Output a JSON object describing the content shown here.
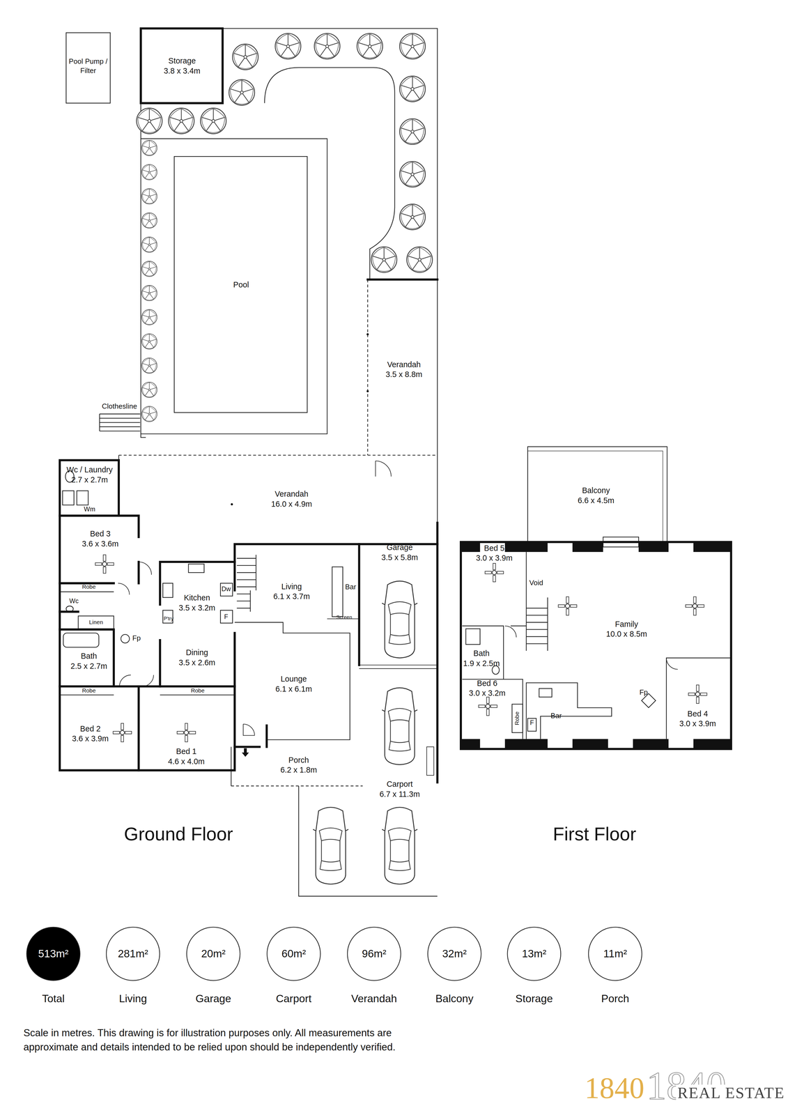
{
  "diagram": {
    "caption": "Scale in metres. This drawing is for illustration purposes only. All measurements are approximate and details intended to be relied upon should be independently verified.",
    "nodes": [
      {
        "text": [
          "Pool Pump / Filter"
        ]
      },
      {
        "text": [
          "Storage",
          "3.8 x 3.4m"
        ]
      },
      {
        "text": [
          "Pool"
        ]
      },
      {
        "text": [
          "Verandah",
          "3.5 x 8.8m"
        ]
      },
      {
        "text": [
          "Wc / Laundry",
          "2.7 x 2.7m"
        ]
      },
      {
        "text": [
          "Verandah",
          "16.0 x 4.9m"
        ]
      },
      {
        "text": [
          "Bed 3",
          "3.6 x 3.6m"
        ]
      },
      {
        "text": [
          "Kitchen",
          "3.5 x 3.2m"
        ]
      },
      {
        "text": [
          "Living",
          "6.1 x 3.7m"
        ]
      },
      {
        "text": [
          "Garage",
          "3.5 x 5.8m"
        ]
      },
      {
        "text": [
          "Bath",
          "2.5 x 2.7m"
        ]
      },
      {
        "text": [
          "Dining",
          "3.5 x 2.6m"
        ]
      },
      {
        "text": [
          "Lounge",
          "6.1 x 6.1m"
        ]
      },
      {
        "text": [
          "Bed 2",
          "3.6 x 3.9m"
        ]
      },
      {
        "text": [
          "Bed 1",
          "4.6 x 4.0m"
        ]
      },
      {
        "text": [
          "Porch",
          "6.2 x 1.8m"
        ]
      },
      {
        "text": [
          "Carport",
          "6.7 x 11.3m"
        ]
      },
      {
        "text": [
          "Balcony",
          "6.6 x 4.5m"
        ]
      },
      {
        "text": [
          "Bed 5",
          "3.0 x 3.9m"
        ]
      },
      {
        "text": [
          "Family",
          "10.0 x 8.5m"
        ]
      },
      {
        "text": [
          "Bath",
          "1.9 x 2.5m"
        ]
      },
      {
        "text": [
          "Bed 6",
          "3.0 x 3.2m"
        ]
      },
      {
        "text": [
          "Bed 4",
          "3.0 x 3.9m"
        ]
      },
      {
        "text": [
          "513m²",
          "Total"
        ]
      },
      {
        "text": [
          "281m²",
          "Living"
        ]
      },
      {
        "text": [
          "20m²",
          "Garage"
        ]
      },
      {
        "text": [
          "60m²",
          "Carport"
        ]
      },
      {
        "text": [
          "96m²",
          "Verandah"
        ]
      },
      {
        "text": [
          "32m²",
          "Balcony"
        ]
      },
      {
        "text": [
          "13m²",
          "Storage"
        ]
      },
      {
        "text": [
          "11m²",
          "Porch"
        ]
      }
    ],
    "labels": [
      "Clothesline",
      "Wm",
      "Robe",
      "Wc",
      "Linen",
      "Dw",
      "P'try",
      "F",
      "Fp",
      "Bar",
      "Screen",
      "Robe",
      "Robe",
      "Ground Floor",
      "Void",
      "Robe",
      "Bar",
      "F",
      "Fp",
      "First Floor",
      "1840",
      "1840",
      "REAL ESTATE"
    ]
  }
}
